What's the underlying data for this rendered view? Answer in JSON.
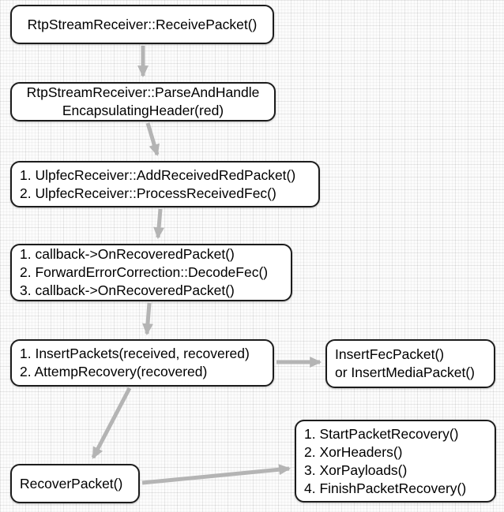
{
  "colors": {
    "arrow": "#b4b4b4",
    "node_border": "#1c1c1c",
    "node_bg": "#ffffff",
    "text": "#000000",
    "page_bg": "#fcfcfc"
  },
  "diagram": {
    "type": "flowchart",
    "nodes": [
      {
        "id": "receive-packet",
        "align": "center",
        "lines": [
          "RtpStreamReceiver::ReceivePacket()"
        ]
      },
      {
        "id": "parse-and-handle-header",
        "align": "center",
        "lines": [
          "RtpStreamReceiver::ParseAndHandle",
          "EncapsulatingHeader(red)"
        ]
      },
      {
        "id": "ulpfec-receiver-calls",
        "align": "left",
        "lines": [
          "1. UlpfecReceiver::AddReceivedRedPacket()",
          "2. UlpfecReceiver::ProcessReceivedFec()"
        ]
      },
      {
        "id": "recovered-packet-callbacks",
        "align": "left",
        "lines": [
          "1. callback->OnRecoveredPacket()",
          "2. ForwardErrorCorrection::DecodeFec()",
          "3. callback->OnRecoveredPacket()"
        ]
      },
      {
        "id": "insert-packets",
        "align": "left",
        "lines": [
          "1. InsertPackets(received, recovered)",
          "2. AttempRecovery(recovered)"
        ]
      },
      {
        "id": "insert-fec-or-media-packet",
        "align": "left",
        "lines": [
          "InsertFecPacket()",
          "or InsertMediaPacket()"
        ]
      },
      {
        "id": "recover-packet",
        "align": "left",
        "lines": [
          "RecoverPacket()"
        ]
      },
      {
        "id": "packet-recovery-steps",
        "align": "left",
        "lines": [
          "1. StartPacketRecovery()",
          "2. XorHeaders()",
          "3. XorPayloads()",
          "4. FinishPacketRecovery()"
        ]
      }
    ],
    "edges": [
      {
        "from": "receive-packet",
        "to": "parse-and-handle-header"
      },
      {
        "from": "parse-and-handle-header",
        "to": "ulpfec-receiver-calls"
      },
      {
        "from": "ulpfec-receiver-calls",
        "to": "recovered-packet-callbacks"
      },
      {
        "from": "recovered-packet-callbacks",
        "to": "insert-packets"
      },
      {
        "from": "insert-packets",
        "to": "insert-fec-or-media-packet"
      },
      {
        "from": "insert-packets",
        "to": "recover-packet"
      },
      {
        "from": "recover-packet",
        "to": "packet-recovery-steps"
      }
    ]
  }
}
